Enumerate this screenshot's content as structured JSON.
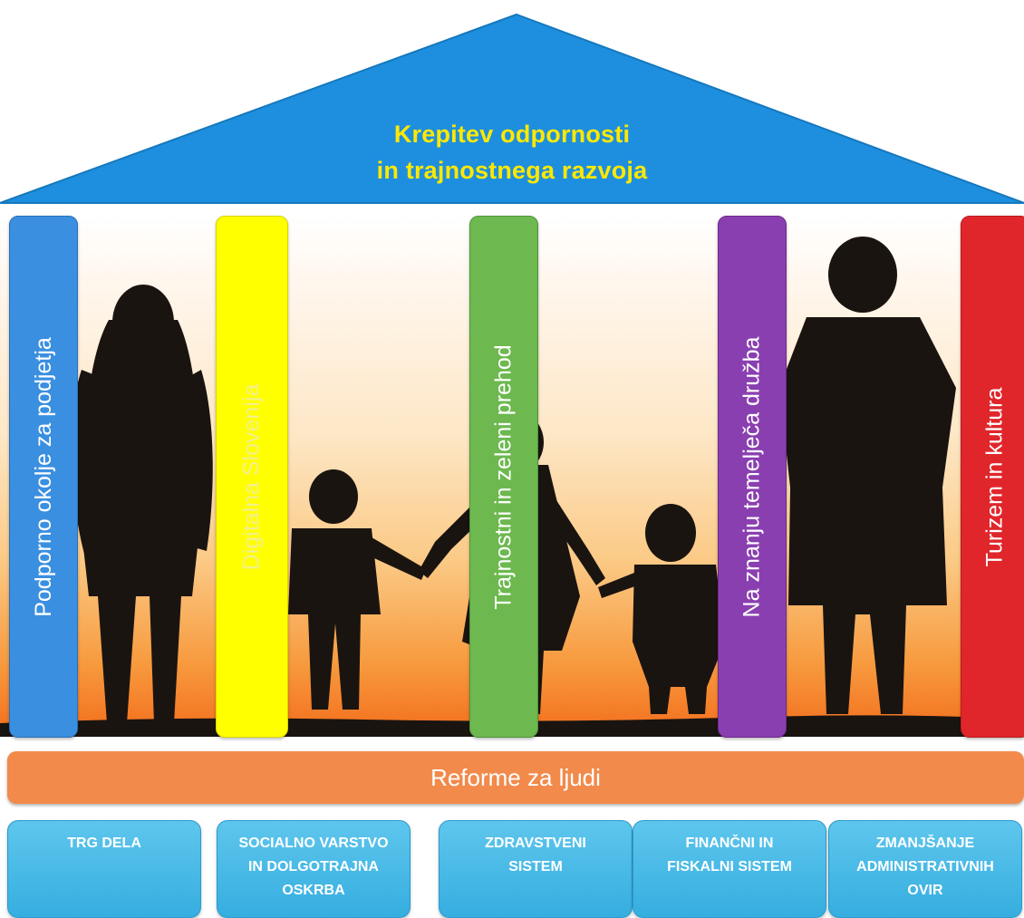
{
  "roof": {
    "line1": "Krepitev odpornosti",
    "line2": "in trajnostnega razvoja",
    "color": "#1e8fde"
  },
  "pillars": [
    {
      "label": "Podporno okolje za podjetja",
      "color": "#3a8fe0"
    },
    {
      "label": "Digitalna Slovenija",
      "color": "#ffff00"
    },
    {
      "label": "Trajnostni in zeleni prehod",
      "color": "#6db84f"
    },
    {
      "label": "Na znanju temelječa družba",
      "color": "#8a3fb0"
    },
    {
      "label": "Turizem in kultura",
      "color": "#e0262b"
    }
  ],
  "foundation": {
    "label": "Reforme za ljudi",
    "color": "#f28a4b"
  },
  "base_blocks": [
    {
      "label": "TRG DELA"
    },
    {
      "label": "SOCIALNO VARSTVO\nIN DOLGOTRAJNA\nOSKRBA"
    },
    {
      "label": "ZDRAVSTVENI\nSISTEM"
    },
    {
      "label": "FINANČNI IN\nFISKALNI SISTEM"
    },
    {
      "label": "ZMANJŠANJE\nADMINISTRATIVNIH\nOVIR"
    }
  ]
}
